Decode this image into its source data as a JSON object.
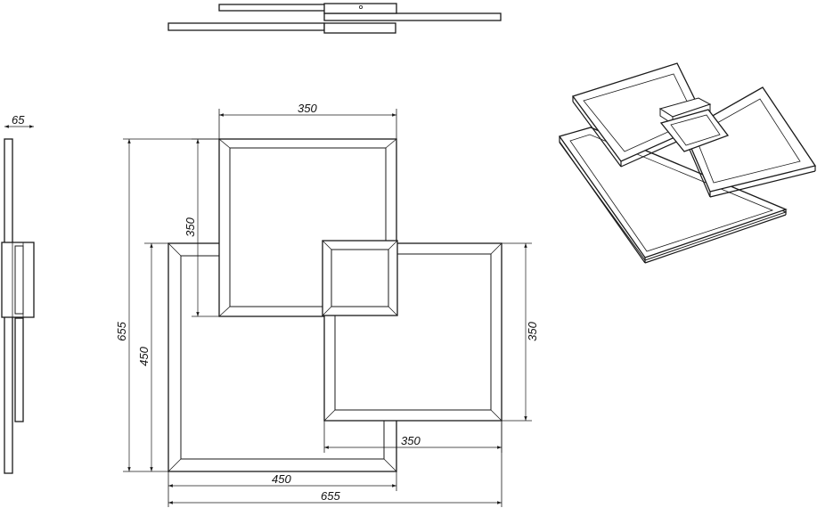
{
  "views": {
    "top": "top-view",
    "side": "side-view",
    "front": "front-view",
    "isometric": "isometric-view"
  },
  "dimensions": {
    "side_depth": "65",
    "upper_width": "350",
    "upper_height": "350",
    "total_height": "655",
    "lower_height": "450",
    "right_height": "350",
    "right_width": "350",
    "lower_width": "450",
    "total_width": "655"
  },
  "colors": {
    "line": "#1a1a1a",
    "background": "#ffffff"
  }
}
